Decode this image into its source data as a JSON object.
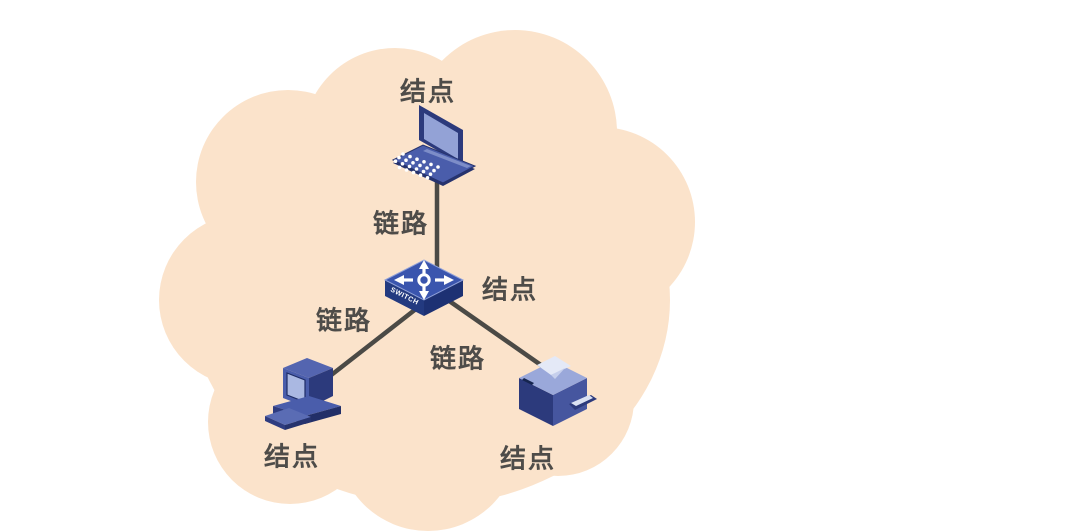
{
  "diagram": {
    "description": "network-topology-cloud-diagram",
    "colors": {
      "background": "#FFFFFF",
      "cloud": "#FBE3CB",
      "link_line": "#4B4A46",
      "label_text": "#4E4C49",
      "device_navy": "#2C3A7C",
      "device_blue": "#4A5DAB",
      "device_light_blue": "#9AA8DA"
    },
    "switch_text": "SWITCH",
    "nodes": [
      {
        "id": "laptop-node",
        "device": "laptop",
        "label": "结点"
      },
      {
        "id": "switch-node",
        "device": "network-switch",
        "label": "结点"
      },
      {
        "id": "desktop-node",
        "device": "desktop-computer",
        "label": "结点"
      },
      {
        "id": "printer-node",
        "device": "printer",
        "label": "结点"
      }
    ],
    "links": [
      {
        "id": "link-laptop-switch",
        "label": "链路"
      },
      {
        "id": "link-switch-desktop",
        "label": "链路"
      },
      {
        "id": "link-switch-printer",
        "label": "链路"
      }
    ]
  }
}
